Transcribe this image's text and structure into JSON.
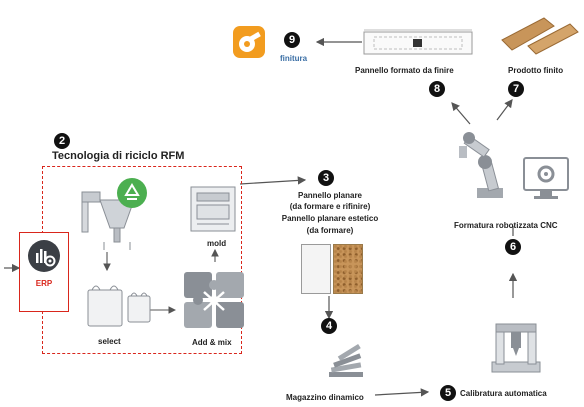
{
  "steps": {
    "s2": {
      "num": "2",
      "title": "Tecnologia di riciclo RFM"
    },
    "s3": {
      "num": "3",
      "line1": "Pannello planare",
      "line2": "(da formare e rifinire)",
      "line3": "Pannello planare estetico",
      "line4": "(da formare)"
    },
    "s4": {
      "num": "4",
      "label": "Magazzino dinamico"
    },
    "s5": {
      "num": "5",
      "label": "Calibratura automatica"
    },
    "s6": {
      "num": "6",
      "label": "Formatura robotizzata CNC"
    },
    "s7": {
      "num": "7",
      "label": "Prodotto finito"
    },
    "s8": {
      "num": "8",
      "label": "Pannello formato da finire"
    },
    "s9": {
      "num": "9",
      "label": "finitura"
    }
  },
  "rfm": {
    "erp_label": "ERP",
    "select_label": "select",
    "mold_label": "mold",
    "mix_label": "Add & mix"
  },
  "colors": {
    "red_border": "#d9261c",
    "green_recycle": "#4caf50",
    "cork": "#c8955a",
    "gray_icon": "#8a8f96"
  }
}
